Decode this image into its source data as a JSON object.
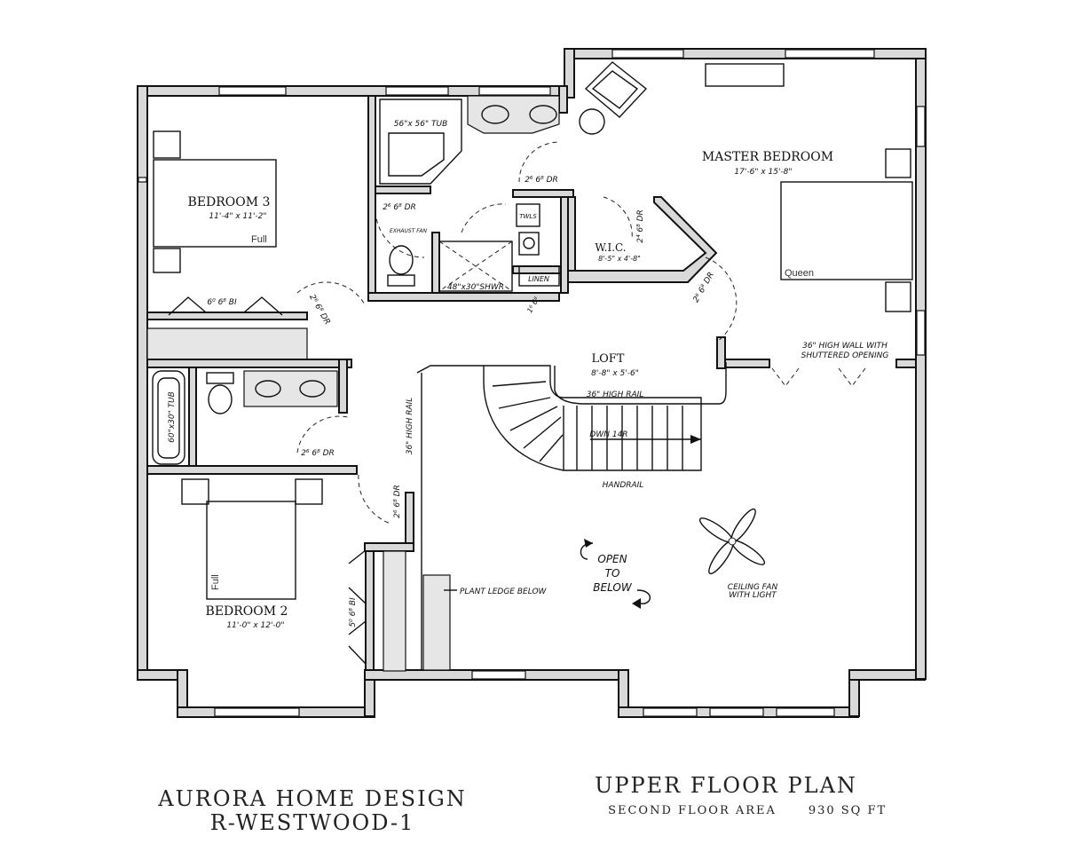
{
  "rooms": {
    "master": {
      "name": "MASTER BEDROOM",
      "dim": "17'-6\"  x 15'-8\"",
      "bed": "Queen"
    },
    "bedroom3": {
      "name": "BEDROOM 3",
      "dim": "11'-4\" x 11'-2\"",
      "bed": "Full"
    },
    "bedroom2": {
      "name": "BEDROOM 2",
      "dim": "11'-0\" x 12'-0\"",
      "bed": "Full"
    },
    "loft": {
      "name": "LOFT",
      "dim": "8'-8\" x 5'-6\""
    },
    "wic": {
      "name": "W.I.C.",
      "dim": "8'-5\" x 4'-8\""
    }
  },
  "fixtures": {
    "tub_master": "56\"x 56\" TUB",
    "shower": "48\"x30\"SHWR",
    "tub_bath2": "60\"x30\" TUB",
    "exhaust": "EXHAUST FAN",
    "linen": "LINEN",
    "twls": "TWLS"
  },
  "doors": {
    "d1": "2⁶ 6⁸ DR",
    "d2": "2⁶ 6⁸ DR",
    "d3": "2⁴ 6⁸ DR",
    "d4": "2⁶ 6⁸ DR",
    "d5": "1⁶ 6⁸",
    "d6": "2⁶ 6⁸ DR",
    "d7": "2⁶ 6⁸ DR",
    "d8": "2⁶ 6⁸ DR",
    "bi1": "6⁰ 6⁸ BI",
    "bi2": "5⁰ 6⁸ BI"
  },
  "notes": {
    "high_rail_36": "36\" HIGH RAIL",
    "high_rail_36_vert": "36\" HIGH RAIL",
    "high_wall": "36\" HIGH WALL WITH",
    "high_wall2": "SHUTTERED OPENING",
    "dwn": "DWN 14R",
    "handrail": "HANDRAIL",
    "open1": "OPEN",
    "open2": "TO",
    "open3": "BELOW",
    "plant": "PLANT LEDGE BELOW",
    "fan1": "CEILING FAN",
    "fan2": "WITH LIGHT"
  },
  "footer": {
    "company": "AURORA HOME DESIGN",
    "model": "R-WESTWOOD-1",
    "plan_title": "UPPER FLOOR PLAN",
    "area_label": "SECOND FLOOR AREA",
    "area_value": "930 SQ FT"
  }
}
